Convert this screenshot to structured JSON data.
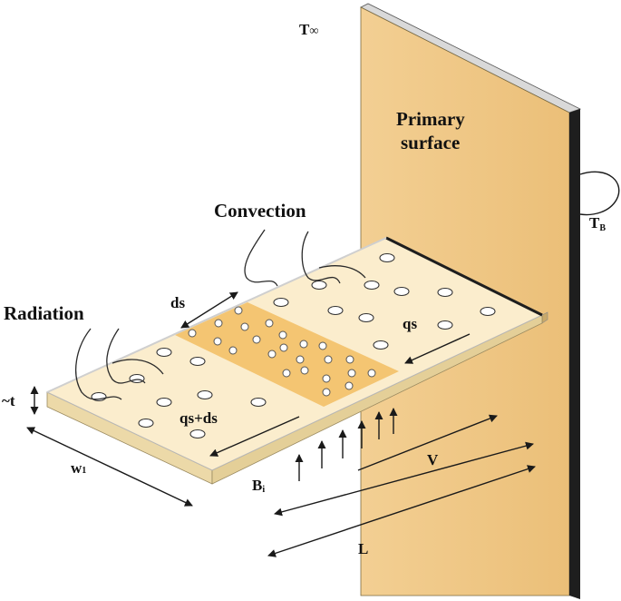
{
  "labels": {
    "t_inf": "T",
    "t_inf_sym": "∞",
    "primary_surface_line1": "Primary",
    "primary_surface_line2": "surface",
    "tb": "T",
    "tb_sub": "B",
    "convection": "Convection",
    "radiation": "Radiation",
    "ds": "ds",
    "qs": "qs",
    "qs_ds": "qs+ds",
    "thickness": "~t",
    "w1": "w",
    "w1_sub": "1",
    "bi": "B",
    "bi_sub": "i",
    "v": "V",
    "l": "L"
  },
  "colors": {
    "wall_face": "#f1c988",
    "wall_edge": "#1e1e1e",
    "plate_top": "#fbedcd",
    "plate_mid": "#f4c572",
    "plate_front": "#ecd9a8",
    "hole_fill": "#ffffff",
    "ink": "#111111"
  }
}
